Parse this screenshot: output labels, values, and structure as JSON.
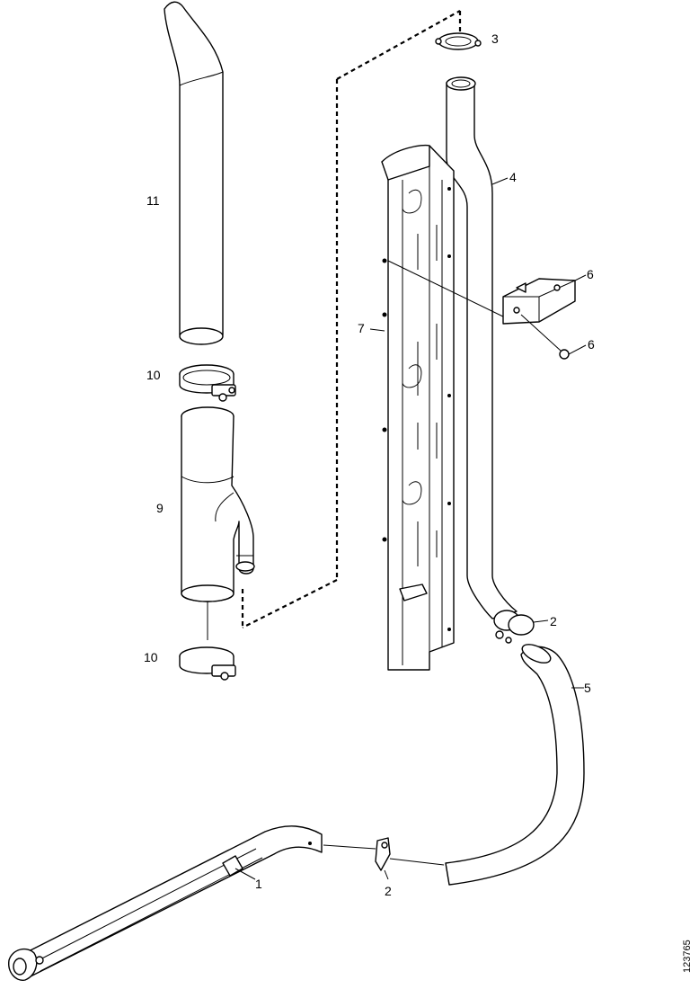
{
  "diagram": {
    "callouts": {
      "c1": "1",
      "c2a": "2",
      "c2b": "2",
      "c3": "3",
      "c4": "4",
      "c5": "5",
      "c6a": "6",
      "c6b": "6",
      "c7": "7",
      "c9": "9",
      "c10a": "10",
      "c10b": "10",
      "c11": "11"
    },
    "figure_code": "123765"
  }
}
